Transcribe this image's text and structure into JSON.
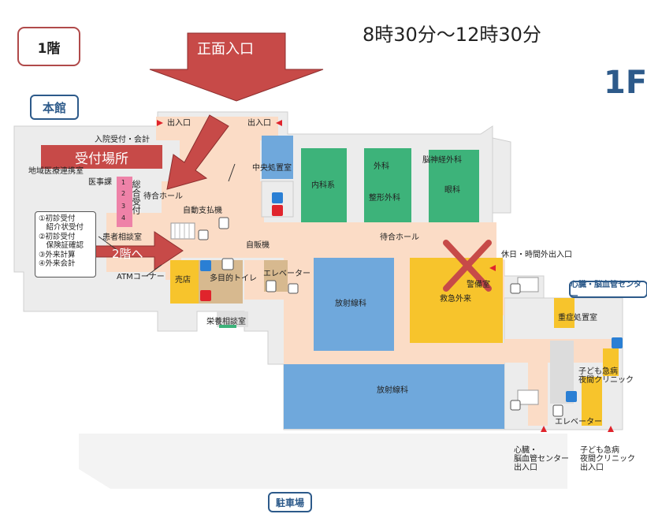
{
  "header": {
    "floor_label": "1階",
    "hours": "8時30分～12時30分",
    "floor_code": "1F"
  },
  "buildings": {
    "main": "本館",
    "heart_center": "心臓・脳血管センター",
    "parking": "駐車場"
  },
  "callouts": {
    "main_entrance": "正面入口",
    "reception_place": "受付場所",
    "to_second_floor": "2階へ"
  },
  "rooms": {
    "entrance_left": "出入口",
    "entrance_right": "出入口",
    "admission": "入院受付・会計",
    "regional_medical": "地域医療連携室",
    "medical_affairs": "医事課",
    "general_reception": "総合受付",
    "waiting_hall_left": "待合ホール",
    "auto_payment": "自動支払機",
    "central_treatment": "中央処置室",
    "internal_medicine": "内科系",
    "surgery": "外科",
    "orthopedics": "整形外科",
    "neurosurgery": "脳神経外科",
    "ophthalmology": "眼科",
    "waiting_hall_right": "待合ホール",
    "after_hours_entrance": "休日・時間外出入口",
    "guard_room": "警備室",
    "patient_consult": "患者相談室",
    "atm": "ATMコーナー",
    "shop": "売店",
    "multi_toilet": "多目的トイレ",
    "vending": "自販機",
    "elevator_main": "エレベーター",
    "nutrition": "栄養相談室",
    "radiology_1": "放射線科",
    "emergency": "救急外来",
    "radiology_2": "放射線科",
    "severe_treatment": "重症処置室",
    "pediatric_night": "子ども急病\n夜間クリニック",
    "elevator_heart": "エレベーター",
    "heart_entrance": "心臓・\n脳血管センター\n出入口",
    "pediatric_entrance": "子ども急病\n夜間クリニック\n出入口"
  },
  "reception_counters": [
    "1",
    "2",
    "3",
    "4"
  ],
  "legend": [
    "①初診受付",
    "　紹介状受付",
    "②初診受付",
    "　保険証確認",
    "③外来計算",
    "④外来会計"
  ],
  "colors": {
    "corridor": "#fbdcc6",
    "ward": "#3db37a",
    "radiology": "#6fa8dc",
    "emergency": "#f7c42c",
    "callout": "#c74a48",
    "building_tag": "#2d5a8a",
    "structure": "#ececec",
    "reception_pink": "#ee82a8"
  }
}
